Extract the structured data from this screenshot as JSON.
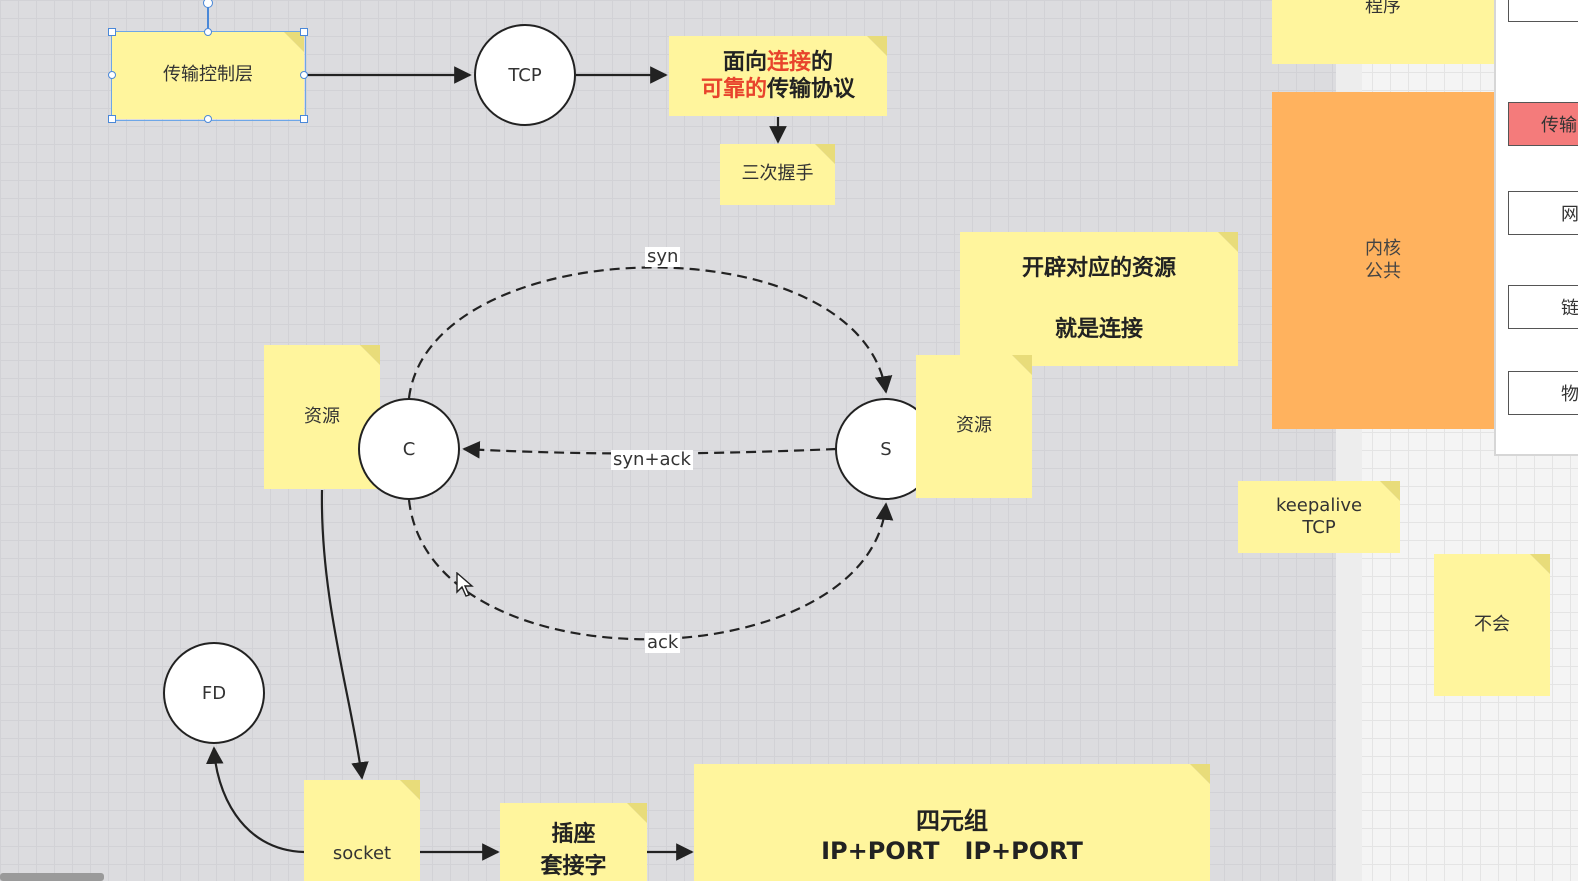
{
  "nodes": {
    "transport_layer": "传输控制层",
    "tcp": "TCP",
    "tcp_desc_line1_a": "面向",
    "tcp_desc_line1_red": "连接",
    "tcp_desc_line1_b": "的",
    "tcp_desc_line2_red": "可靠的",
    "tcp_desc_line2_b": "传输协议",
    "handshake": "三次握手",
    "client_resource": "资源",
    "client": "C",
    "server": "S",
    "server_resource": "资源",
    "open_resource_line1": "开辟对应的资源",
    "open_resource_line2": "就是连接",
    "fd": "FD",
    "socket": "socket",
    "socket_cn_line1": "插座",
    "socket_cn_line2": "套接字",
    "four_tuple_title": "四元组",
    "four_tuple_value": "IP+PORT   IP+PORT"
  },
  "edges": {
    "syn": "syn",
    "syn_ack": "syn+ack",
    "ack": "ack"
  },
  "side": {
    "program": "程序",
    "kernel_line1": "内核",
    "kernel_line2": "公共",
    "keepalive_line1": "keepalive",
    "keepalive_line2": "TCP",
    "will_not": "不会"
  },
  "panel": {
    "box_transport": "传输",
    "box_network": "网",
    "box_link": "链",
    "box_physical": "物"
  },
  "colors": {
    "note": "#fff59d",
    "accent_red": "#e8432c",
    "kernel_orange": "#ffb25e",
    "panel_pink": "#f47b7b",
    "selection_blue": "#4a88d8"
  }
}
